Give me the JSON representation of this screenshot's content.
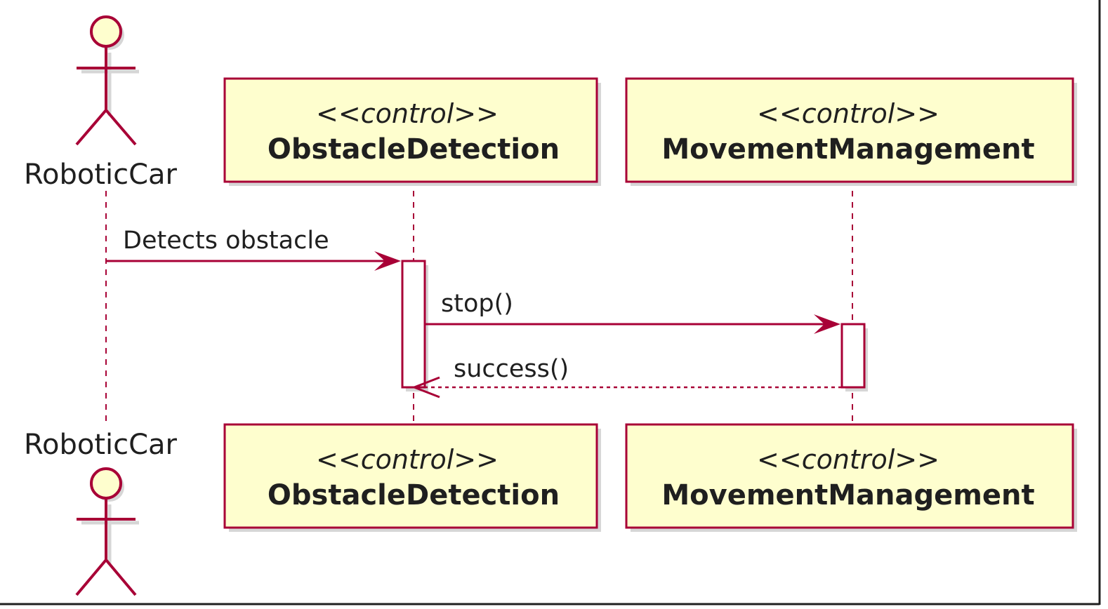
{
  "actor": {
    "name": "RoboticCar"
  },
  "participants": [
    {
      "stereotype": "<<control>>",
      "name": "ObstacleDetection"
    },
    {
      "stereotype": "<<control>>",
      "name": "MovementManagement"
    }
  ],
  "messages": [
    {
      "label": "Detects obstacle",
      "type": "sync"
    },
    {
      "label": "stop()",
      "type": "sync"
    },
    {
      "label": "success()",
      "type": "return"
    }
  ],
  "colors": {
    "border": "#a80036",
    "fill": "#fefece",
    "text": "#1f1f1f"
  }
}
